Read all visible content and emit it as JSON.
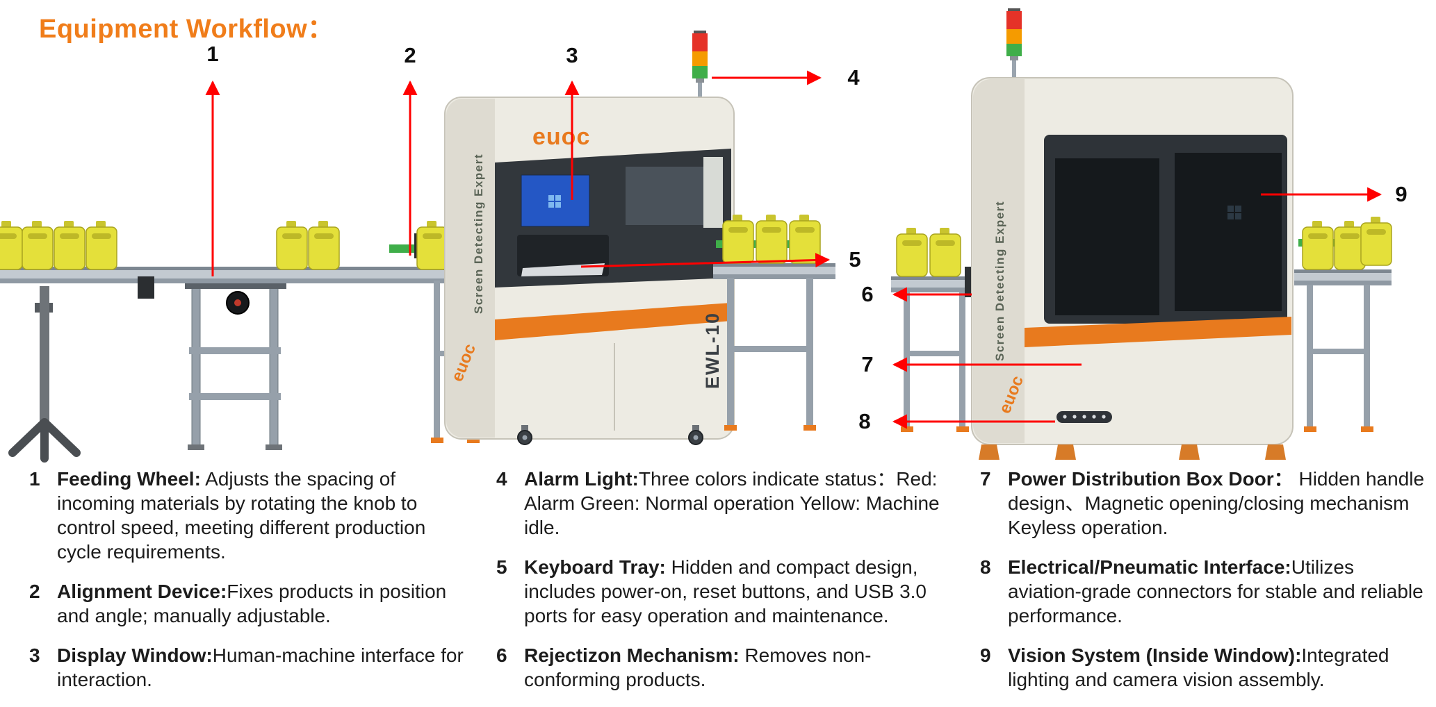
{
  "title": "Equipment Workflow：",
  "colors": {
    "title_accent": "#F07D1A",
    "arrow": "#FF0000",
    "machine_body": "#EDEBE3",
    "machine_panel_dark": "#32373C",
    "machine_accent_orange": "#E87A1E",
    "container_yellow": "#E4E03A",
    "alarm_red": "#E53228",
    "alarm_amber": "#F59B00",
    "alarm_green": "#3FAE49",
    "screen_blue": "#2457C5",
    "conveyor_gray": "#9AA4AE"
  },
  "machines": {
    "brand": "euoc",
    "model": "EWL-10",
    "side_label": "Screen Detecting Expert"
  },
  "callouts": {
    "c1": "1",
    "c2": "2",
    "c3": "3",
    "c4": "4",
    "c5": "5",
    "c6": "6",
    "c7": "7",
    "c8": "8",
    "c9": "9"
  },
  "legend": [
    {
      "num": "1",
      "term": "Feeding Wheel:",
      "desc": " Adjusts the spacing of incoming materials by rotating the knob to control speed, meeting different production cycle requirements."
    },
    {
      "num": "2",
      "term": "Alignment Device:",
      "desc": "Fixes products in position and angle; manually adjustable."
    },
    {
      "num": "3",
      "term": "Display Window:",
      "desc": "Human-machine interface for interaction."
    },
    {
      "num": "4",
      "term": "Alarm Light:",
      "desc": "Three colors indicate status：Red: Alarm Green: Normal operation Yellow: Machine idle."
    },
    {
      "num": "5",
      "term": "Keyboard Tray:",
      "desc": " Hidden and compact design, includes power-on, reset buttons, and USB 3.0 ports for easy operation and maintenance."
    },
    {
      "num": "6",
      "term": "Rejectizon Mechanism:",
      "desc": " Removes non-conforming products."
    },
    {
      "num": "7",
      "term": "Power Distribution Box Door：",
      "desc": " Hidden handle design、Magnetic opening/closing mechanism Keyless operation."
    },
    {
      "num": "8",
      "term": "Electrical/Pneumatic Interface:",
      "desc": "Utilizes aviation-grade connectors for stable and reliable performance."
    },
    {
      "num": "9",
      "term": "Vision System (Inside Window):",
      "desc": "Integrated lighting and camera vision assembly."
    }
  ]
}
